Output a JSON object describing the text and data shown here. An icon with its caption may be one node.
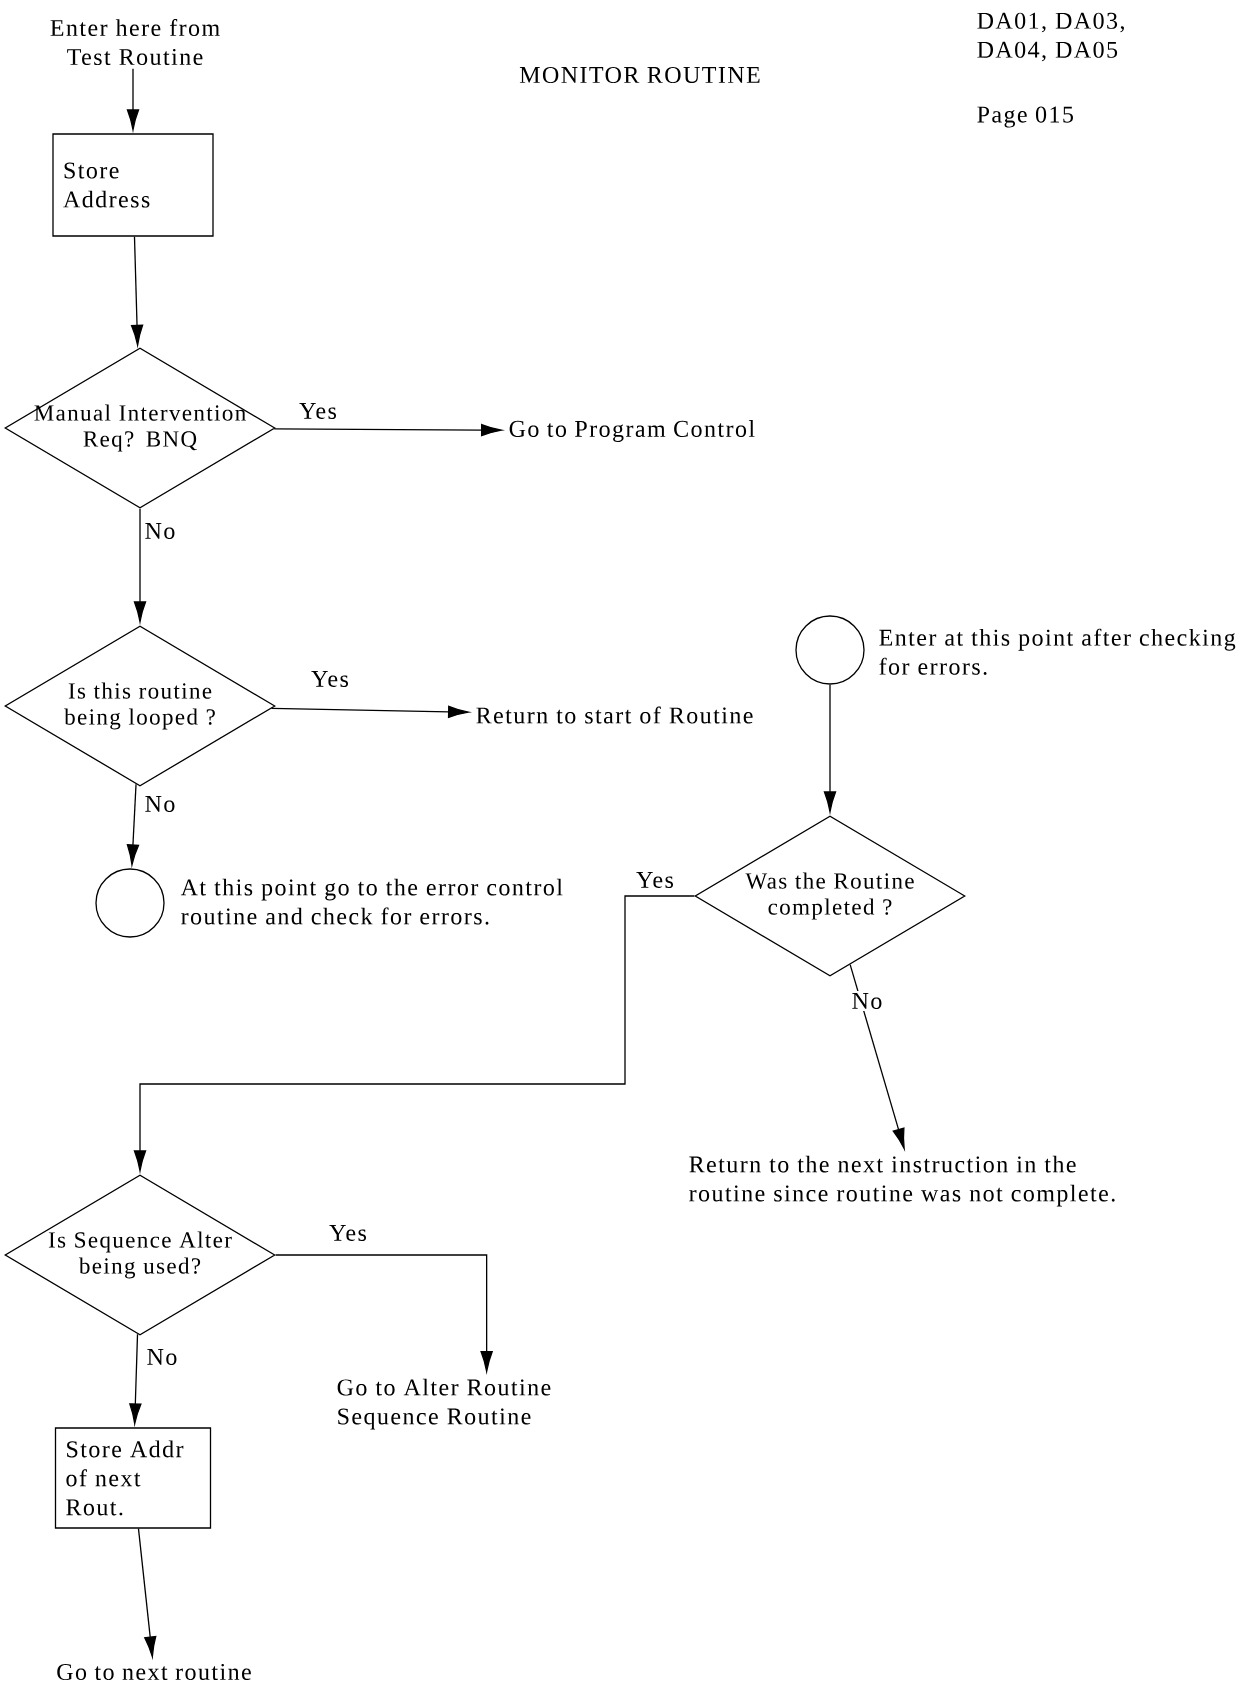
{
  "diagram": {
    "title": "MONITOR ROUTINE",
    "nodes": [
      {
        "text": [
          "Enter here from Test Routine"
        ]
      },
      {
        "text": [
          "Store Address"
        ]
      },
      {
        "text": [
          "Manual Intervention Req? BNQ"
        ]
      },
      {
        "text": [
          "Go to Program Control"
        ]
      },
      {
        "text": [
          "Is this routine being looped ?"
        ]
      },
      {
        "text": [
          "Return to start of Routine"
        ]
      },
      {
        "text": [],
        "shape": "circle",
        "beside": [
          "At this point go to the error control routine and check for errors."
        ]
      },
      {
        "text": [],
        "shape": "circle",
        "beside": [
          "Enter at this point after checking for errors."
        ]
      },
      {
        "text": [
          "Was the Routine completed ?"
        ]
      },
      {
        "text": [
          "Return to the next instruction in the routine since routine was not complete."
        ]
      },
      {
        "text": [
          "Is Sequence Alter being used?"
        ]
      },
      {
        "text": [
          "Go to Alter Routine Sequence Routine"
        ]
      },
      {
        "text": [
          "Store Addr of next Rout."
        ]
      },
      {
        "text": [
          "Go to next routine"
        ]
      }
    ],
    "edges": [
      {
        "from": 0,
        "to": 1,
        "arrow": "to"
      },
      {
        "from": 1,
        "to": 2,
        "arrow": "to"
      },
      {
        "from": 2,
        "to": 3,
        "arrow": "to",
        "label": "Yes"
      },
      {
        "from": 2,
        "to": 4,
        "arrow": "to",
        "label": "No"
      },
      {
        "from": 4,
        "to": 5,
        "arrow": "to",
        "label": "Yes"
      },
      {
        "from": 4,
        "to": 6,
        "arrow": "to",
        "label": "No"
      },
      {
        "from": 7,
        "to": 8,
        "arrow": "to"
      },
      {
        "from": 8,
        "to": 9,
        "arrow": "to",
        "label": "No"
      },
      {
        "from": 8,
        "to": 10,
        "arrow": "to",
        "label": "Yes"
      },
      {
        "from": 10,
        "to": 11,
        "arrow": "to",
        "label": "Yes"
      },
      {
        "from": 10,
        "to": 12,
        "arrow": "to",
        "label": "No"
      },
      {
        "from": 12,
        "to": 13,
        "arrow": "to"
      }
    ],
    "labels": [
      "DA01, DA03, DA04, DA05",
      "Page 015"
    ]
  }
}
